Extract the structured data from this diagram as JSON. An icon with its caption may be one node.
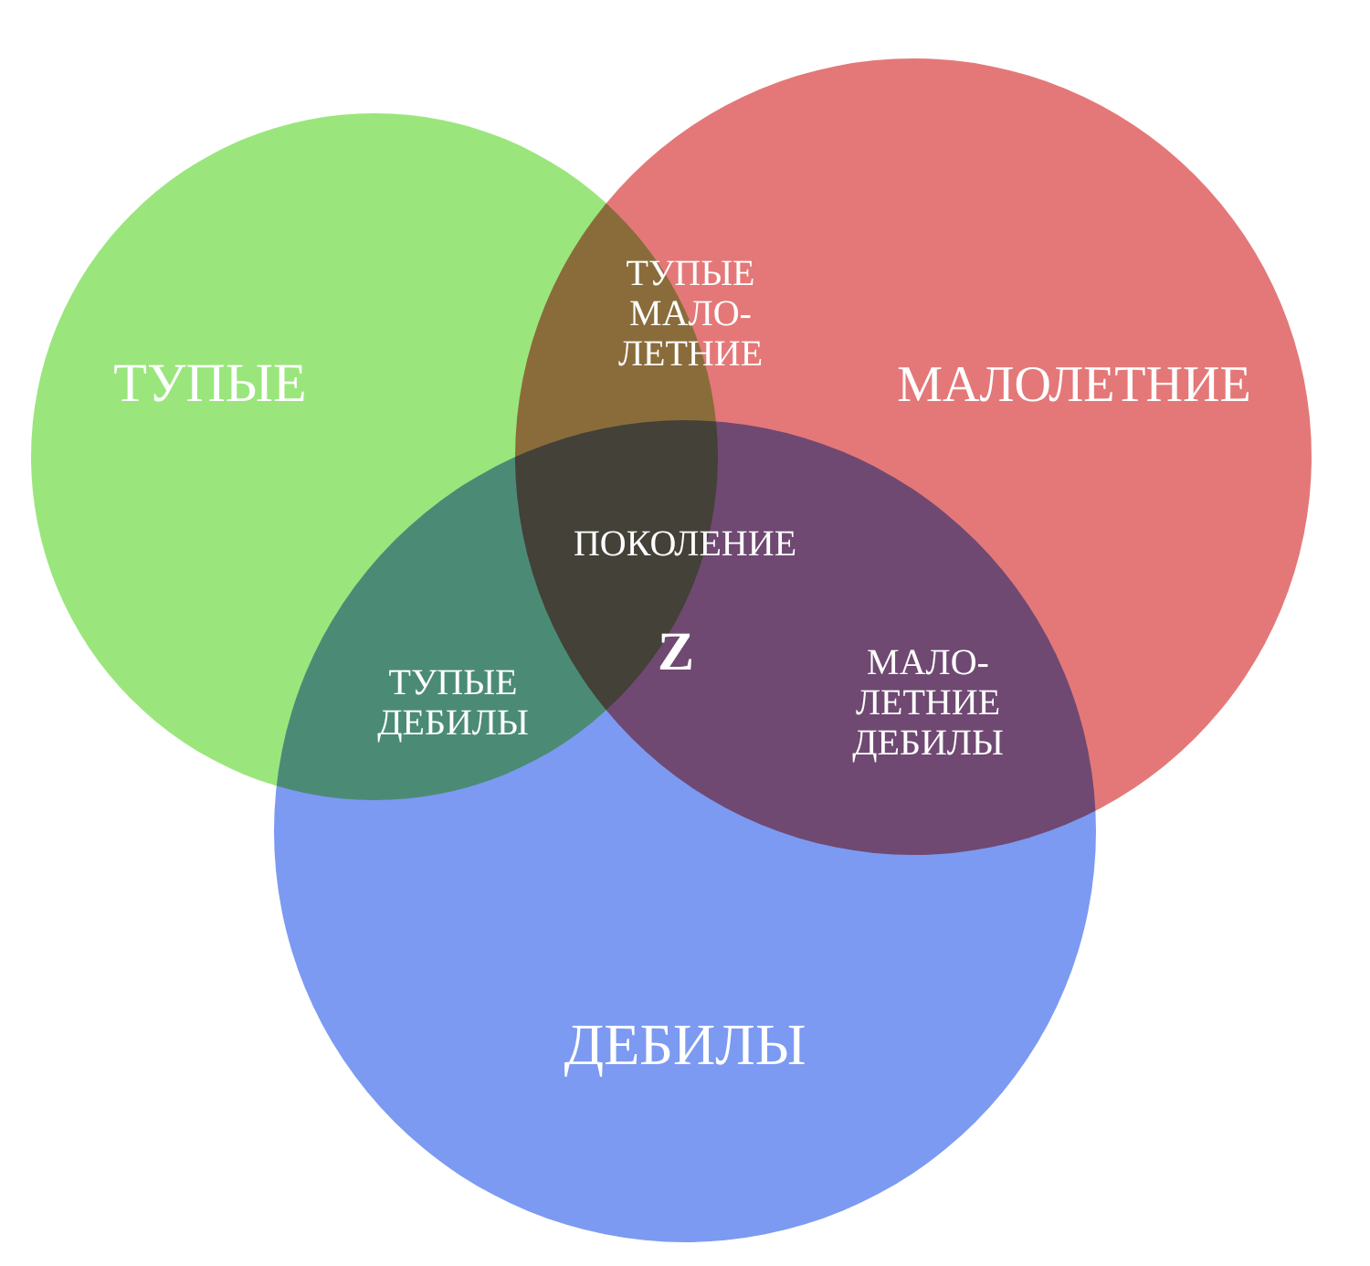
{
  "diagram": {
    "nodes": [
      {
        "text": [
          "ТУПЫЕ"
        ]
      },
      {
        "text": [
          "МАЛОЛЕТНИЕ"
        ]
      },
      {
        "text": [
          "ДЕБИЛЫ"
        ]
      }
    ],
    "edges": [],
    "labels": [
      "ТУПЫЕ МАЛО- ЛЕТНИЕ",
      "ПОКОЛЕНИЕ",
      "Z",
      "ТУПЫЕ ДЕБИЛЫ",
      "МАЛО- ЛЕТНИЕ ДЕБИЛЫ"
    ]
  }
}
